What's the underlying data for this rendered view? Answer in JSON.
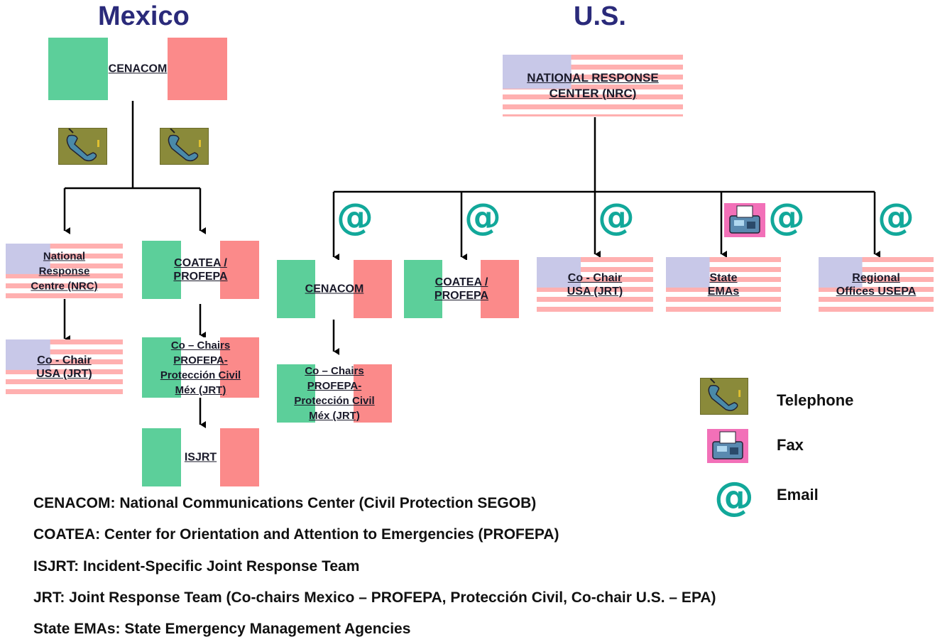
{
  "titles": {
    "mexico": "Mexico",
    "us": "U.S."
  },
  "boxes": {
    "cenacom_top": "CENACOM",
    "nrc_top": "NATIONAL RESPONSE\nCENTER (NRC)",
    "mx_nrc": "National\nResponse\nCentre (NRC)",
    "mx_coatea": "COATEA /\nPROFEPA",
    "mx_cochair_usa": "Co - Chair\nUSA (JRT)",
    "mx_cochairs": "Co – Chairs\nPROFEPA-\nProtección Civil\nMéx (JRT)",
    "mx_isjrt": "ISJRT",
    "us_cenacom": "CENACOM",
    "us_coatea": "COATEA /\nPROFEPA",
    "us_cochair": "Co - Chair\nUSA (JRT)",
    "us_state": "State\nEMAs",
    "us_regional": "Regional\nOffices USEPA",
    "us_cochairs": "Co – Chairs\nPROFEPA-\nProtección Civil\nMéx (JRT)"
  },
  "icons": {
    "email_glyph": "@",
    "phone": "telephone-icon",
    "fax": "fax-icon"
  },
  "legend": {
    "telephone": "Telephone",
    "fax": "Fax",
    "email": "Email"
  },
  "glossary": [
    "CENACOM: National Communications Center (Civil Protection SEGOB)",
    "COATEA: Center for Orientation and Attention to Emergencies (PROFEPA)",
    "ISJRT: Incident-Specific Joint Response Team",
    "JRT: Joint Response Team (Co-chairs Mexico – PROFEPA, Protección Civil, Co-chair U.S. – EPA)",
    "State EMAs: State Emergency Management Agencies"
  ],
  "colors": {
    "email": "#12a89a",
    "title": "#2a2a7a",
    "mx_green": "#5ccf9a",
    "mx_red": "#fb8a8a",
    "us_stripe": "#ffb0b0",
    "us_canton": "#c8c8e8"
  }
}
